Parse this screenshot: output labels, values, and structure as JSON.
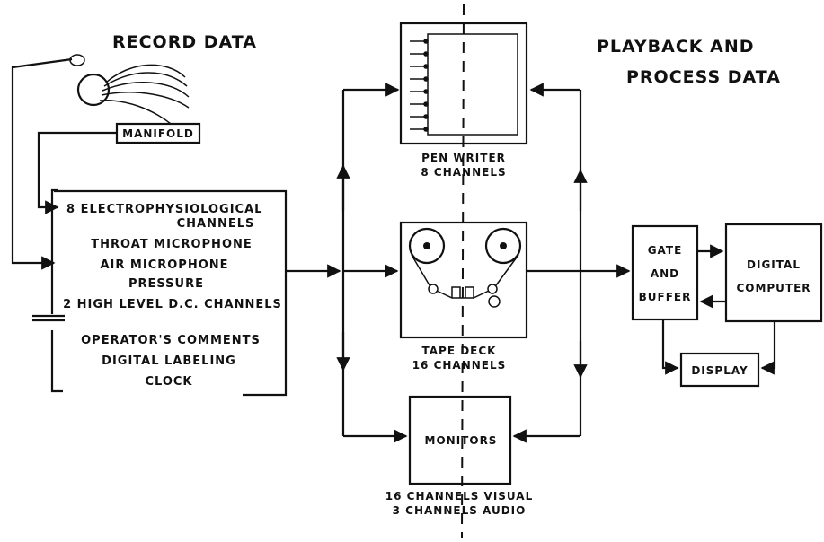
{
  "headings": {
    "record": "RECORD DATA",
    "playback_line1": "PLAYBACK AND",
    "playback_line2": "PROCESS DATA"
  },
  "manifold": {
    "label": "MANIFOLD"
  },
  "record_unit": {
    "lines": [
      "8 ELECTROPHYSIOLOGICAL",
      "CHANNELS",
      "THROAT MICROPHONE",
      "AIR MICROPHONE",
      "PRESSURE",
      "2 HIGH LEVEL D.C. CHANNELS",
      "OPERATOR'S COMMENTS",
      "DIGITAL LABELING",
      "CLOCK"
    ]
  },
  "pen_writer": {
    "line1": "PEN WRITER",
    "line2": "8 CHANNELS"
  },
  "tape_deck": {
    "line1": "TAPE DECK",
    "line2": "16 CHANNELS"
  },
  "monitors": {
    "label": "MONITORS",
    "line1": "16 CHANNELS VISUAL",
    "line2": "3 CHANNELS AUDIO"
  },
  "gate_buffer": {
    "line1": "GATE",
    "line2": "AND",
    "line3": "BUFFER"
  },
  "computer": {
    "line1": "DIGITAL",
    "line2": "COMPUTER"
  },
  "display": {
    "label": "DISPLAY"
  }
}
